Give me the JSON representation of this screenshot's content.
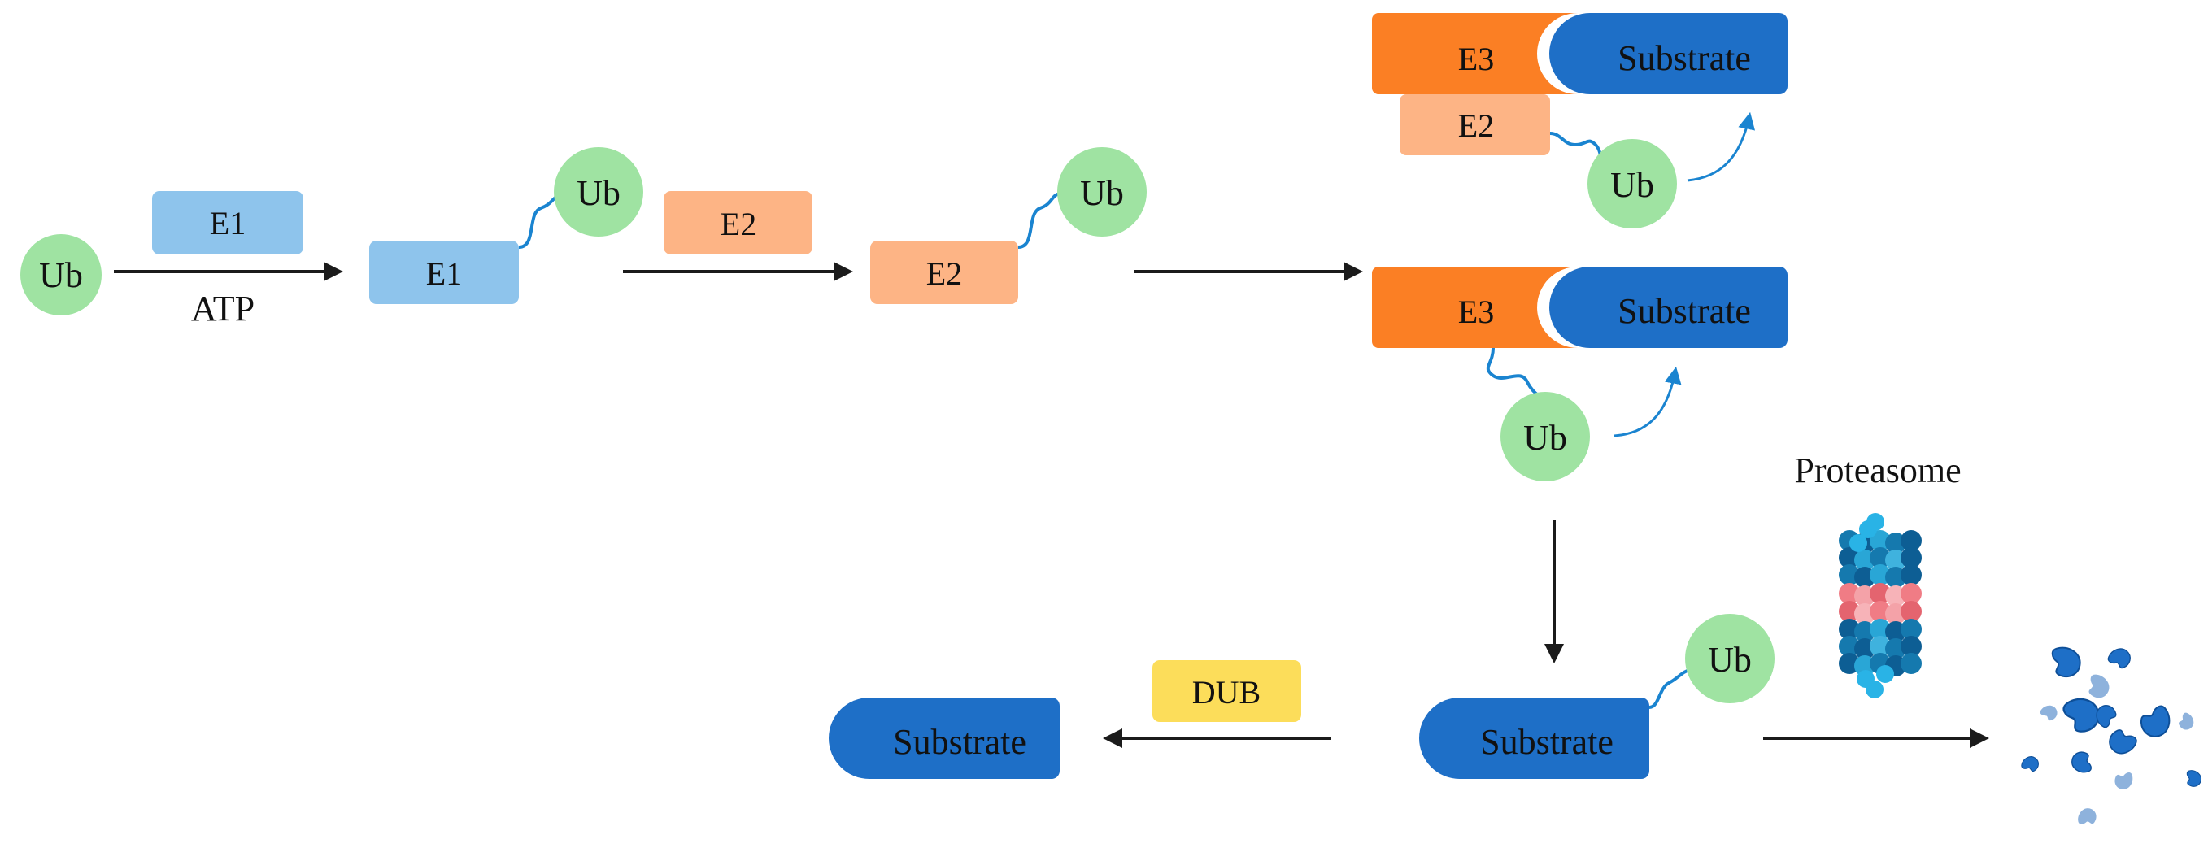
{
  "colors": {
    "ub": "#9FE3A2",
    "e1": "#8EC4EC",
    "e2": "#FDB485",
    "e3": "#FB7F24",
    "substrate": "#1E6FC7",
    "dub": "#FCDD5A",
    "linker": "#1A84D0",
    "arrow": "#1b1b1b"
  },
  "labels": {
    "ub": "Ub",
    "e1": "E1",
    "e2": "E2",
    "e3": "E3",
    "substrate": "Substrate",
    "atp": "ATP",
    "dub": "DUB",
    "proteasome": "Proteasome"
  }
}
